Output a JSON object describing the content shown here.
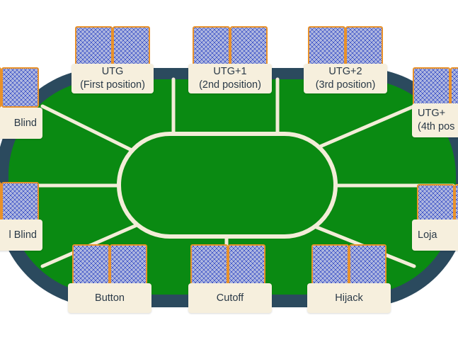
{
  "colors": {
    "rail": "#2b4a5e",
    "felt": "#0a8a12",
    "lines": "#f3edd8",
    "label_bg": "#f6efdd",
    "label_text": "#2a3947",
    "card_border": "#e8912a",
    "card_pattern_a": "#3f55c8",
    "card_pattern_b": "#d9dde8"
  },
  "positions": {
    "utg": {
      "line1": "UTG",
      "line2": "(First position)"
    },
    "utg1": {
      "line1": "UTG+1",
      "line2": "(2nd position)"
    },
    "utg2": {
      "line1": "UTG+2",
      "line2": "(3rd position)"
    },
    "utg3": {
      "line1": "UTG+",
      "line2": "(4th pos"
    },
    "big_blind": {
      "line1": "Blind"
    },
    "small_blind": {
      "line1": "l Blind"
    },
    "lojack": {
      "line1": "Loja"
    },
    "button": {
      "line1": "Button"
    },
    "cutoff": {
      "line1": "Cutoff"
    },
    "hijack": {
      "line1": "Hijack"
    }
  }
}
